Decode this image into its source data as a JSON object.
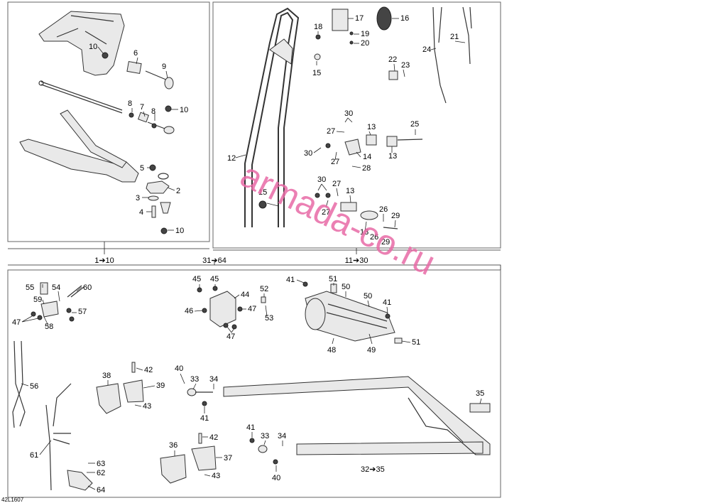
{
  "ref_code": "42L1607",
  "watermark": "armada-co.ru",
  "panels": {
    "suspension": {
      "caption": "1➔10"
    },
    "cage": {
      "caption": "11➔30"
    },
    "middle_caption": "31➔64",
    "bumper_caption": "32➔35"
  },
  "callouts": [
    {
      "id": "c10a",
      "n": "10"
    },
    {
      "id": "c6",
      "n": "6"
    },
    {
      "id": "c9",
      "n": "9"
    },
    {
      "id": "c8a",
      "n": "8"
    },
    {
      "id": "c7",
      "n": "7"
    },
    {
      "id": "c8b",
      "n": "8"
    },
    {
      "id": "c10b",
      "n": "10"
    },
    {
      "id": "c5",
      "n": "5"
    },
    {
      "id": "c2",
      "n": "2"
    },
    {
      "id": "c3",
      "n": "3"
    },
    {
      "id": "c4",
      "n": "4"
    },
    {
      "id": "c10c",
      "n": "10"
    },
    {
      "id": "c18",
      "n": "18"
    },
    {
      "id": "c17",
      "n": "17"
    },
    {
      "id": "c16",
      "n": "16"
    },
    {
      "id": "c19",
      "n": "19"
    },
    {
      "id": "c20",
      "n": "20"
    },
    {
      "id": "c15a",
      "n": "15"
    },
    {
      "id": "c21",
      "n": "21"
    },
    {
      "id": "c24",
      "n": "24"
    },
    {
      "id": "c22",
      "n": "22"
    },
    {
      "id": "c23",
      "n": "23"
    },
    {
      "id": "c30a",
      "n": "30"
    },
    {
      "id": "c27a",
      "n": "27"
    },
    {
      "id": "c13a",
      "n": "13"
    },
    {
      "id": "c25",
      "n": "25"
    },
    {
      "id": "c30b",
      "n": "30"
    },
    {
      "id": "c27b",
      "n": "27"
    },
    {
      "id": "c14",
      "n": "14"
    },
    {
      "id": "c28",
      "n": "28"
    },
    {
      "id": "c13b",
      "n": "13"
    },
    {
      "id": "c12",
      "n": "12"
    },
    {
      "id": "c30c",
      "n": "30"
    },
    {
      "id": "c27c",
      "n": "27"
    },
    {
      "id": "c13c",
      "n": "13"
    },
    {
      "id": "c15b",
      "n": "15"
    },
    {
      "id": "c27d",
      "n": "27"
    },
    {
      "id": "c26a",
      "n": "26"
    },
    {
      "id": "c29a",
      "n": "29"
    },
    {
      "id": "c13d",
      "n": "13"
    },
    {
      "id": "c26b",
      "n": "26"
    },
    {
      "id": "c29b",
      "n": "29"
    },
    {
      "id": "c55",
      "n": "55"
    },
    {
      "id": "c54",
      "n": "54"
    },
    {
      "id": "c60",
      "n": "60"
    },
    {
      "id": "c59",
      "n": "59"
    },
    {
      "id": "c57",
      "n": "57"
    },
    {
      "id": "c47a",
      "n": "47"
    },
    {
      "id": "c58",
      "n": "58"
    },
    {
      "id": "c45a",
      "n": "45"
    },
    {
      "id": "c45b",
      "n": "45"
    },
    {
      "id": "c44",
      "n": "44"
    },
    {
      "id": "c46",
      "n": "46"
    },
    {
      "id": "c47b",
      "n": "47"
    },
    {
      "id": "c47c",
      "n": "47"
    },
    {
      "id": "c52",
      "n": "52"
    },
    {
      "id": "c53",
      "n": "53"
    },
    {
      "id": "c41a",
      "n": "41"
    },
    {
      "id": "c51a",
      "n": "51"
    },
    {
      "id": "c50a",
      "n": "50"
    },
    {
      "id": "c50b",
      "n": "50"
    },
    {
      "id": "c41b",
      "n": "41"
    },
    {
      "id": "c48",
      "n": "48"
    },
    {
      "id": "c49",
      "n": "49"
    },
    {
      "id": "c51b",
      "n": "51"
    },
    {
      "id": "c56",
      "n": "56"
    },
    {
      "id": "c38",
      "n": "38"
    },
    {
      "id": "c42a",
      "n": "42"
    },
    {
      "id": "c39",
      "n": "39"
    },
    {
      "id": "c43a",
      "n": "43"
    },
    {
      "id": "c40a",
      "n": "40"
    },
    {
      "id": "c33a",
      "n": "33"
    },
    {
      "id": "c34a",
      "n": "34"
    },
    {
      "id": "c41c",
      "n": "41"
    },
    {
      "id": "c35",
      "n": "35"
    },
    {
      "id": "c61",
      "n": "61"
    },
    {
      "id": "c42b",
      "n": "42"
    },
    {
      "id": "c36",
      "n": "36"
    },
    {
      "id": "c37",
      "n": "37"
    },
    {
      "id": "c41d",
      "n": "41"
    },
    {
      "id": "c33b",
      "n": "33"
    },
    {
      "id": "c34b",
      "n": "34"
    },
    {
      "id": "c63",
      "n": "63"
    },
    {
      "id": "c62",
      "n": "62"
    },
    {
      "id": "c43b",
      "n": "43"
    },
    {
      "id": "c40b",
      "n": "40"
    },
    {
      "id": "c64",
      "n": "64"
    }
  ]
}
